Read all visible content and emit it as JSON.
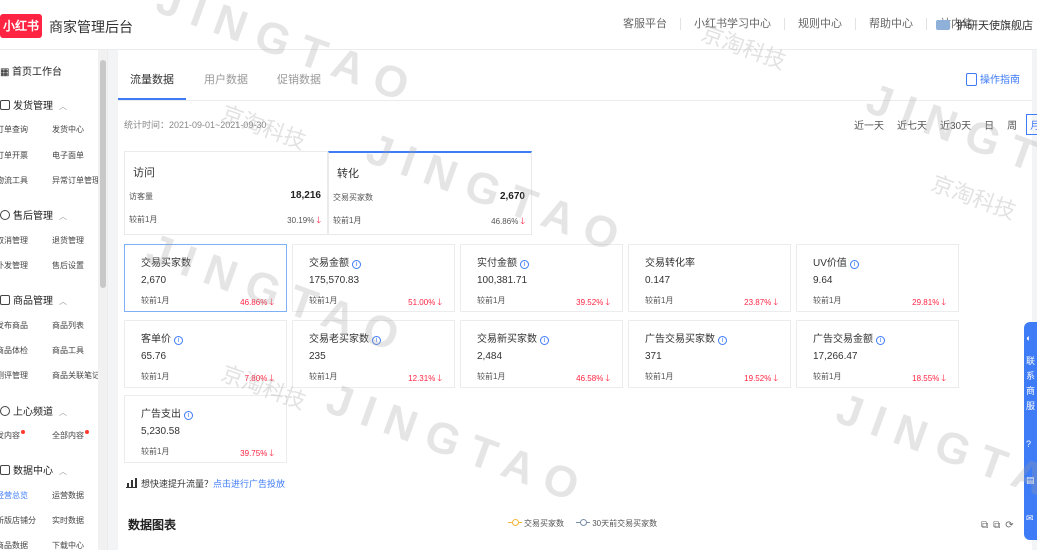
{
  "header": {
    "logo_text": "小红书",
    "title": "商家管理后台",
    "nav": [
      "客服平台",
      "小红书学习中心",
      "规则中心",
      "帮助中心",
      "站内信"
    ],
    "store_name": "护研天使旗舰店"
  },
  "sidebar": {
    "home": "首页工作台",
    "groups": [
      {
        "title": "发货管理",
        "items": [
          [
            "订单查询",
            "发货中心"
          ],
          [
            "订单开票",
            "电子面单"
          ],
          [
            "物流工具",
            "异常订单管理"
          ]
        ]
      },
      {
        "title": "售后管理",
        "items": [
          [
            "取消管理",
            "退货管理"
          ],
          [
            "补发管理",
            "售后设置"
          ]
        ]
      },
      {
        "title": "商品管理",
        "items": [
          [
            "发布商品",
            "商品列表"
          ],
          [
            "商品体检",
            "商品工具"
          ],
          [
            "测评管理",
            "商品关联笔记"
          ]
        ]
      },
      {
        "title": "上心频道",
        "items": [
          [
            "发内容",
            "全部内容"
          ]
        ]
      },
      {
        "title": "数据中心",
        "items": [
          [
            "经营总览",
            "运营数据"
          ],
          [
            "新版店铺分",
            "实时数据"
          ],
          [
            "商品数据",
            "下载中心"
          ]
        ]
      }
    ]
  },
  "tabs": {
    "items": [
      "流量数据",
      "用户数据",
      "促销数据"
    ],
    "active": 0
  },
  "guide_label": "操作指南",
  "stat_time": "统计时间：2021-09-01~2021-09-30",
  "range": {
    "options": [
      "近一天",
      "近七天",
      "近30天",
      "日",
      "周",
      "月"
    ],
    "active": 5
  },
  "summary": [
    {
      "title": "访问",
      "label": "访客量",
      "value": "18,216",
      "compare": "较前1月",
      "pct": "30.19%"
    },
    {
      "title": "转化",
      "label": "交易买家数",
      "value": "2,670",
      "compare": "较前1月",
      "pct": "46.86%"
    }
  ],
  "metrics": [
    {
      "title": "交易买家数",
      "value": "2,670",
      "compare": "较前1月",
      "pct": "46.86%",
      "info": false
    },
    {
      "title": "交易金额",
      "value": "175,570.83",
      "compare": "较前1月",
      "pct": "51.00%",
      "info": true
    },
    {
      "title": "实付金额",
      "value": "100,381.71",
      "compare": "较前1月",
      "pct": "39.52%",
      "info": true
    },
    {
      "title": "交易转化率",
      "value": "0.147",
      "compare": "较前1月",
      "pct": "23.87%",
      "info": false
    },
    {
      "title": "UV价值",
      "value": "9.64",
      "compare": "较前1月",
      "pct": "29.81%",
      "info": true
    },
    {
      "title": "客单价",
      "value": "65.76",
      "compare": "较前1月",
      "pct": "7.80%",
      "info": true
    },
    {
      "title": "交易老买家数",
      "value": "235",
      "compare": "较前1月",
      "pct": "12.31%",
      "info": true
    },
    {
      "title": "交易新买家数",
      "value": "2,484",
      "compare": "较前1月",
      "pct": "46.58%",
      "info": true
    },
    {
      "title": "广告交易买家数",
      "value": "371",
      "compare": "较前1月",
      "pct": "19.52%",
      "info": true
    },
    {
      "title": "广告交易金额",
      "value": "17,266.47",
      "compare": "较前1月",
      "pct": "18.55%",
      "info": true
    },
    {
      "title": "广告支出",
      "value": "5,230.58",
      "compare": "较前1月",
      "pct": "39.75%",
      "info": true
    }
  ],
  "promo": {
    "text": "想快速提升流量？",
    "link": "点击进行广告投放"
  },
  "chart": {
    "title": "数据图表",
    "legend": [
      "交易买家数",
      "30天前交易买家数"
    ],
    "legend_colors": [
      "#f5b73b",
      "#7a8ea8"
    ]
  },
  "float_bar": {
    "text": [
      "联",
      "系",
      "商",
      "服"
    ]
  },
  "watermark": {
    "en": "JINGTAO",
    "cn": "京淘科技"
  },
  "colors": {
    "accent": "#3e7bf7",
    "down": "#ff2442",
    "brand": "#ff2442"
  }
}
